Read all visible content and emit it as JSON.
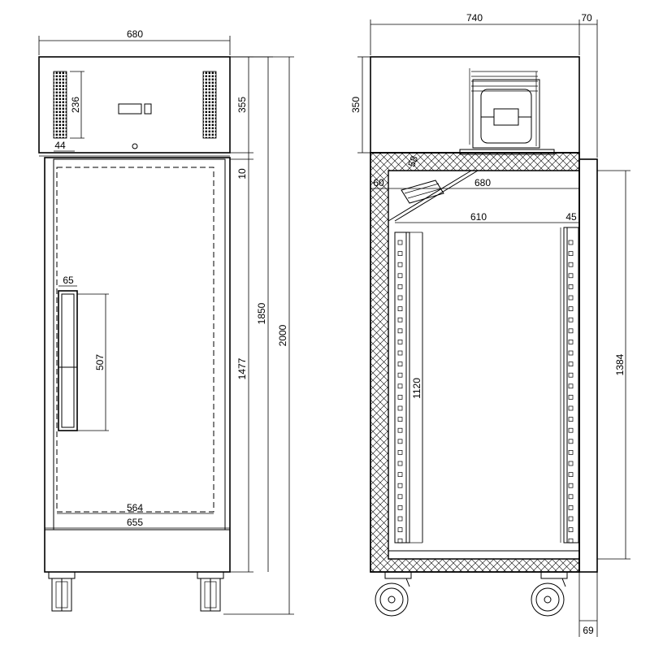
{
  "front_view": {
    "dims": {
      "overall_width": "680",
      "vent_height": "236",
      "vent_offset": "44",
      "top_height": "355",
      "gap_height": "10",
      "door_height": "1477",
      "body_height": "1850",
      "overall_height": "2000",
      "handle_width": "65",
      "handle_height": "507",
      "inner_width": "564",
      "door_width": "655"
    }
  },
  "side_view": {
    "dims": {
      "depth": "740",
      "door_depth": "70",
      "top_height": "350",
      "evap_angle": "58",
      "insulation": "60",
      "inner_top_depth": "680",
      "inner_depth": "610",
      "rail_width": "45",
      "rail_height": "1120",
      "inner_height": "1384",
      "door_foot": "69"
    }
  }
}
